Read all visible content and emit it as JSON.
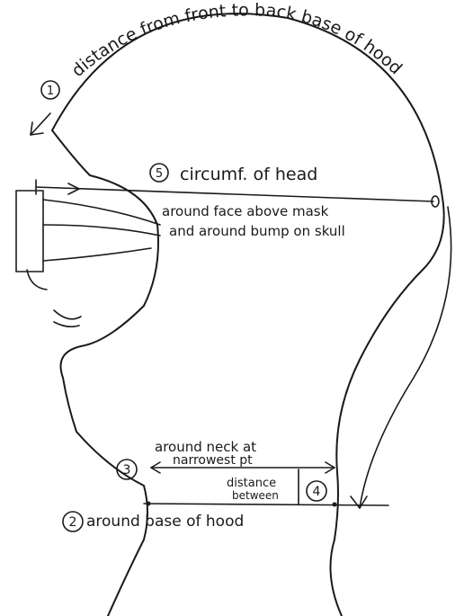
{
  "annotations": {
    "label_1": {
      "marker": "1",
      "text": "distance from front to back base of hood"
    },
    "label_5": {
      "marker": "5",
      "text": "circumf. of head",
      "note_line1": "around face above mask",
      "note_line2": "and around bump on skull"
    },
    "label_3": {
      "marker": "3",
      "text_line1": "around neck at",
      "text_line2": "narrowest pt"
    },
    "label_4": {
      "marker": "4",
      "text_line1": "distance",
      "text_line2": "between"
    },
    "label_2": {
      "marker": "2",
      "text": "around base of hood"
    }
  },
  "colors": {
    "ink": "#1a1a1a",
    "paper": "#ffffff"
  }
}
